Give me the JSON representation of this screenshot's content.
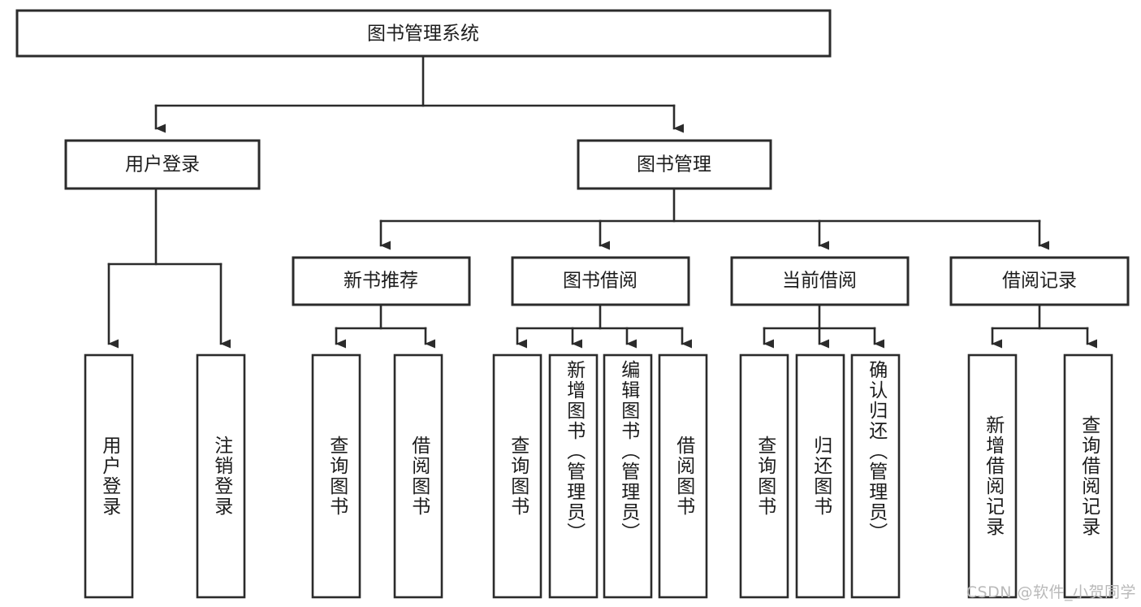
{
  "diagram": {
    "title_node": {
      "label": "图书管理系统"
    },
    "level2": [
      {
        "id": "user-login",
        "label": "用户登录"
      },
      {
        "id": "book-management",
        "label": "图书管理"
      }
    ],
    "level3": [
      {
        "id": "new-book-recommend",
        "label": "新书推荐"
      },
      {
        "id": "book-borrow",
        "label": "图书借阅"
      },
      {
        "id": "current-borrow",
        "label": "当前借阅"
      },
      {
        "id": "borrow-record",
        "label": "借阅记录"
      }
    ],
    "leaves": {
      "user_login": [
        {
          "id": "leaf-user-login",
          "label": "用户登录"
        },
        {
          "id": "leaf-logout-login",
          "label": "注销登录"
        }
      ],
      "new_book_recommend": [
        {
          "id": "leaf-query-book-1",
          "label": "查询图书"
        },
        {
          "id": "leaf-borrow-book-1",
          "label": "借阅图书"
        }
      ],
      "book_borrow": [
        {
          "id": "leaf-query-book-2",
          "label": "查询图书"
        },
        {
          "id": "leaf-add-book",
          "label": "新增图书（管理员）"
        },
        {
          "id": "leaf-edit-book",
          "label": "编辑图书（管理员）"
        },
        {
          "id": "leaf-borrow-book-2",
          "label": "借阅图书"
        }
      ],
      "current_borrow": [
        {
          "id": "leaf-query-book-3",
          "label": "查询图书"
        },
        {
          "id": "leaf-return-book",
          "label": "归还图书"
        },
        {
          "id": "leaf-confirm-return",
          "label": "确认归还（管理员）"
        }
      ],
      "borrow_record": [
        {
          "id": "leaf-add-record",
          "label": "新增借阅记录"
        },
        {
          "id": "leaf-query-record",
          "label": "查询借阅记录"
        }
      ]
    },
    "watermark": "CSDN @软件_小贺同学",
    "colors": {
      "stroke": "#2b2b2b",
      "fill": "#ffffff",
      "text": "#1c1c1c",
      "watermark": "#b9b9b9",
      "background": "#ffffff"
    }
  }
}
